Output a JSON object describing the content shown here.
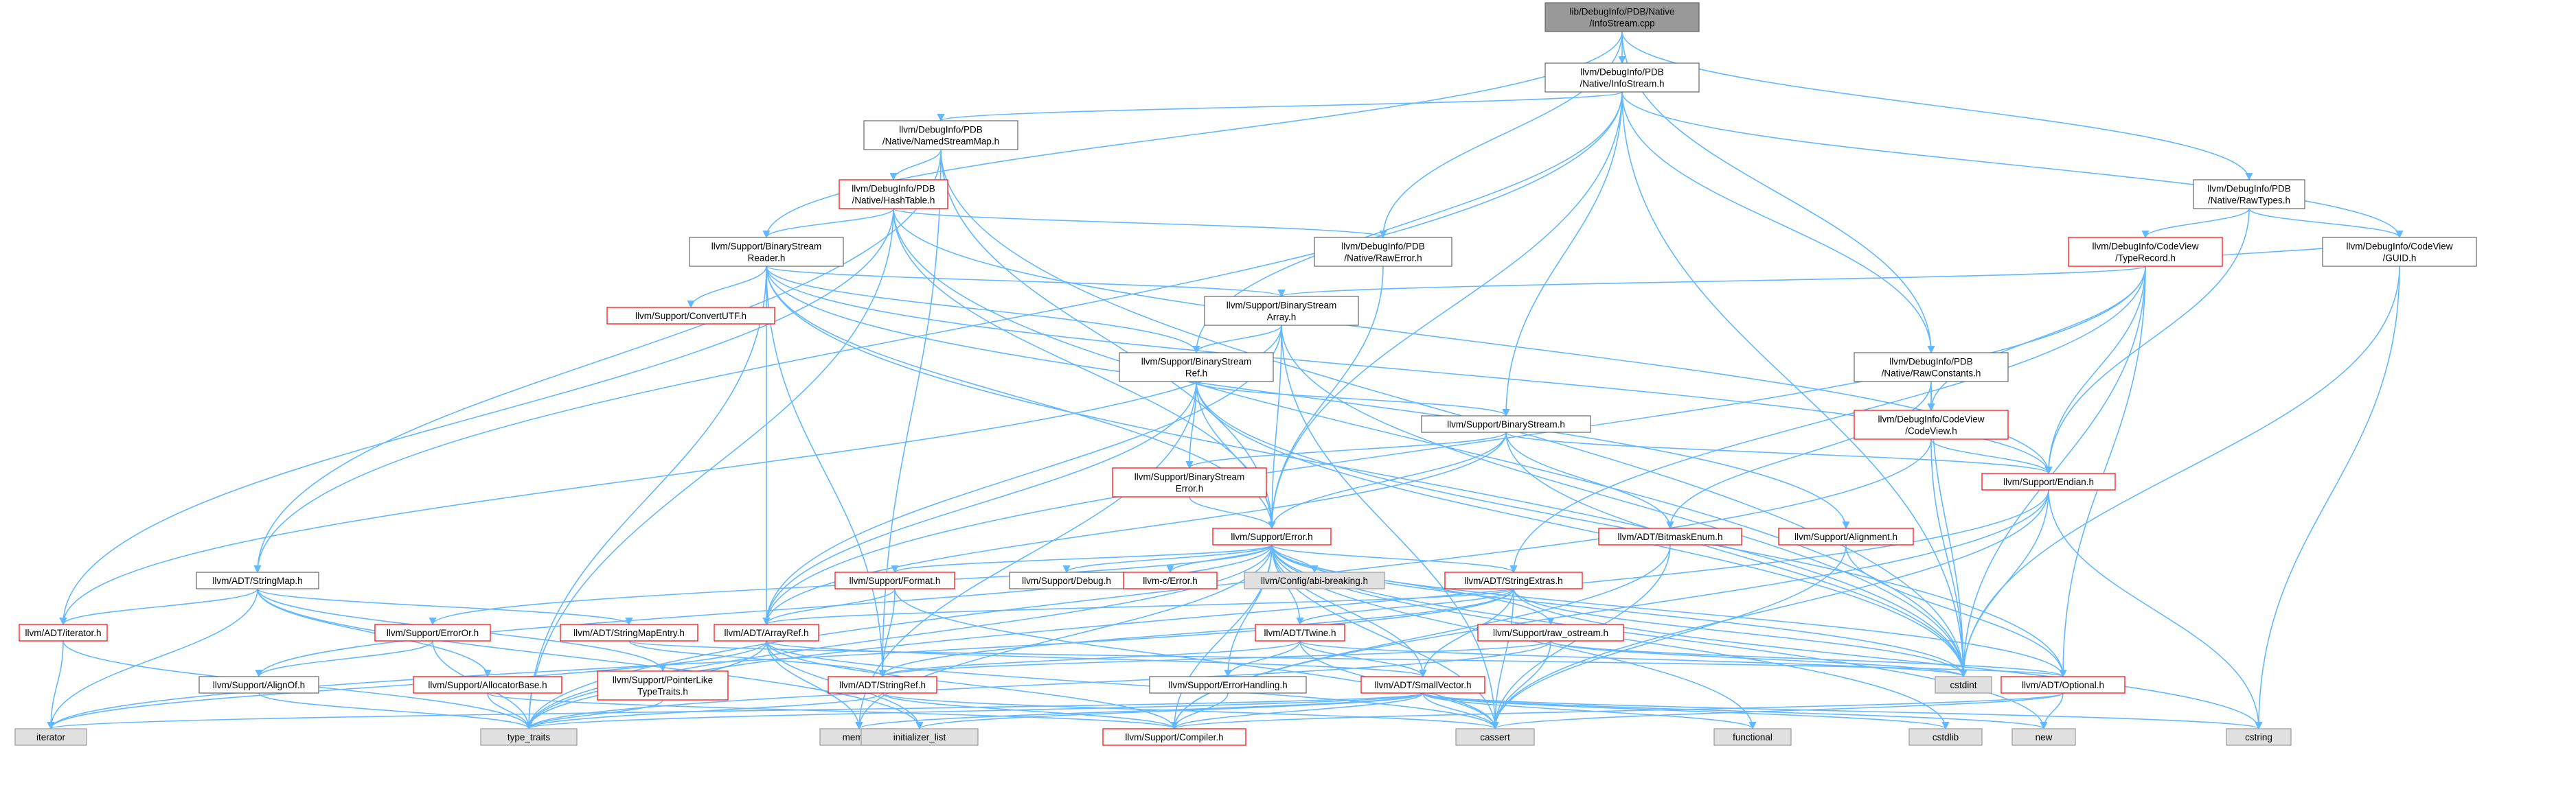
{
  "colors": {
    "edge": "#63b8ff",
    "root_fill": "#999999",
    "plain_border": "#666666",
    "expandable_border": "#ff0000",
    "system_fill": "#e0e0e0",
    "system_border": "#999999"
  },
  "nodes": [
    {
      "id": "root",
      "kind": "root",
      "lines": [
        "lib/DebugInfo/PDB/Native",
        "/InfoStream.cpp"
      ]
    },
    {
      "id": "infostream",
      "kind": "plain",
      "lines": [
        "llvm/DebugInfo/PDB",
        "/Native/InfoStream.h"
      ]
    },
    {
      "id": "rawtypes",
      "kind": "plain",
      "lines": [
        "llvm/DebugInfo/PDB",
        "/Native/RawTypes.h"
      ]
    },
    {
      "id": "namedstreammap",
      "kind": "plain",
      "lines": [
        "llvm/DebugInfo/PDB",
        "/Native/NamedStreamMap.h"
      ]
    },
    {
      "id": "hashtable",
      "kind": "red",
      "lines": [
        "llvm/DebugInfo/PDB",
        "/Native/HashTable.h"
      ]
    },
    {
      "id": "typerecord",
      "kind": "red",
      "lines": [
        "llvm/DebugInfo/CodeView",
        "/TypeRecord.h"
      ]
    },
    {
      "id": "guid",
      "kind": "plain",
      "lines": [
        "llvm/DebugInfo/CodeView",
        "/GUID.h"
      ]
    },
    {
      "id": "bsreader",
      "kind": "plain",
      "lines": [
        "llvm/Support/BinaryStream",
        "Reader.h"
      ]
    },
    {
      "id": "rawerror",
      "kind": "plain",
      "lines": [
        "llvm/DebugInfo/PDB",
        "/Native/RawError.h"
      ]
    },
    {
      "id": "convertutf",
      "kind": "red",
      "lines": [
        "llvm/Support/ConvertUTF.h"
      ]
    },
    {
      "id": "bsarray",
      "kind": "plain",
      "lines": [
        "llvm/Support/BinaryStream",
        "Array.h"
      ]
    },
    {
      "id": "bsref",
      "kind": "plain",
      "lines": [
        "llvm/Support/BinaryStream",
        "Ref.h"
      ]
    },
    {
      "id": "rawconstants",
      "kind": "plain",
      "lines": [
        "llvm/DebugInfo/PDB",
        "/Native/RawConstants.h"
      ]
    },
    {
      "id": "codeview",
      "kind": "red",
      "lines": [
        "llvm/DebugInfo/CodeView",
        "/CodeView.h"
      ]
    },
    {
      "id": "binarystream",
      "kind": "plain",
      "lines": [
        "llvm/Support/BinaryStream.h"
      ]
    },
    {
      "id": "bserror",
      "kind": "red",
      "lines": [
        "llvm/Support/BinaryStream",
        "Error.h"
      ]
    },
    {
      "id": "endian",
      "kind": "red",
      "lines": [
        "llvm/Support/Endian.h"
      ]
    },
    {
      "id": "bitmaskenum",
      "kind": "red",
      "lines": [
        "llvm/ADT/BitmaskEnum.h"
      ]
    },
    {
      "id": "alignment",
      "kind": "red",
      "lines": [
        "llvm/Support/Alignment.h"
      ]
    },
    {
      "id": "error",
      "kind": "red",
      "lines": [
        "llvm/Support/Error.h"
      ]
    },
    {
      "id": "stringmap",
      "kind": "plain",
      "lines": [
        "llvm/ADT/StringMap.h"
      ]
    },
    {
      "id": "format",
      "kind": "red",
      "lines": [
        "llvm/Support/Format.h"
      ]
    },
    {
      "id": "debug",
      "kind": "plain",
      "lines": [
        "llvm/Support/Debug.h"
      ]
    },
    {
      "id": "cerror",
      "kind": "red",
      "lines": [
        "llvm-c/Error.h"
      ]
    },
    {
      "id": "abibreaking",
      "kind": "sys",
      "lines": [
        "llvm/Config/abi-breaking.h"
      ]
    },
    {
      "id": "stringextras",
      "kind": "red",
      "lines": [
        "llvm/ADT/StringExtras.h"
      ]
    },
    {
      "id": "iterator",
      "kind": "red",
      "lines": [
        "llvm/ADT/iterator.h"
      ]
    },
    {
      "id": "erroror",
      "kind": "red",
      "lines": [
        "llvm/Support/ErrorOr.h"
      ]
    },
    {
      "id": "stringmapentry",
      "kind": "red",
      "lines": [
        "llvm/ADT/StringMapEntry.h"
      ]
    },
    {
      "id": "arrayref",
      "kind": "red",
      "lines": [
        "llvm/ADT/ArrayRef.h"
      ]
    },
    {
      "id": "twine",
      "kind": "red",
      "lines": [
        "llvm/ADT/Twine.h"
      ]
    },
    {
      "id": "rawostream",
      "kind": "red",
      "lines": [
        "llvm/Support/raw_ostream.h"
      ]
    },
    {
      "id": "optional",
      "kind": "red",
      "lines": [
        "llvm/ADT/Optional.h"
      ]
    },
    {
      "id": "alignof",
      "kind": "plain",
      "lines": [
        "llvm/Support/AlignOf.h"
      ]
    },
    {
      "id": "allocatorbase",
      "kind": "red",
      "lines": [
        "llvm/Support/AllocatorBase.h"
      ]
    },
    {
      "id": "pointerlike",
      "kind": "red",
      "lines": [
        "llvm/Support/PointerLike",
        "TypeTraits.h"
      ]
    },
    {
      "id": "stringref",
      "kind": "red",
      "lines": [
        "llvm/ADT/StringRef.h"
      ]
    },
    {
      "id": "errorhandling",
      "kind": "plain",
      "lines": [
        "llvm/Support/ErrorHandling.h"
      ]
    },
    {
      "id": "smallvector",
      "kind": "red",
      "lines": [
        "llvm/ADT/SmallVector.h"
      ]
    },
    {
      "id": "cstdint",
      "kind": "sys",
      "lines": [
        "cstdint"
      ]
    },
    {
      "id": "iteratorstd",
      "kind": "sys",
      "lines": [
        "iterator"
      ]
    },
    {
      "id": "typetraits",
      "kind": "sys",
      "lines": [
        "type_traits"
      ]
    },
    {
      "id": "memory",
      "kind": "sys",
      "lines": [
        "memory"
      ]
    },
    {
      "id": "initlist",
      "kind": "sys",
      "lines": [
        "initializer_list"
      ]
    },
    {
      "id": "compiler",
      "kind": "red",
      "lines": [
        "llvm/Support/Compiler.h"
      ]
    },
    {
      "id": "cassert",
      "kind": "sys",
      "lines": [
        "cassert"
      ]
    },
    {
      "id": "functional",
      "kind": "sys",
      "lines": [
        "functional"
      ]
    },
    {
      "id": "cstdlib",
      "kind": "sys",
      "lines": [
        "cstdlib"
      ]
    },
    {
      "id": "new",
      "kind": "sys",
      "lines": [
        "new"
      ]
    },
    {
      "id": "cstring",
      "kind": "sys",
      "lines": [
        "cstring"
      ]
    }
  ],
  "edges": [
    [
      "root",
      "infostream"
    ],
    [
      "root",
      "rawtypes"
    ],
    [
      "root",
      "bsreader"
    ],
    [
      "root",
      "rawerror"
    ],
    [
      "root",
      "rawconstants"
    ],
    [
      "infostream",
      "namedstreammap"
    ],
    [
      "infostream",
      "guid"
    ],
    [
      "infostream",
      "bsref"
    ],
    [
      "infostream",
      "binarystream"
    ],
    [
      "infostream",
      "error"
    ],
    [
      "infostream",
      "rawconstants"
    ],
    [
      "infostream",
      "stringmap"
    ],
    [
      "infostream",
      "cstdint"
    ],
    [
      "rawtypes",
      "typerecord"
    ],
    [
      "rawtypes",
      "guid"
    ],
    [
      "rawtypes",
      "endian"
    ],
    [
      "namedstreammap",
      "hashtable"
    ],
    [
      "namedstreammap",
      "stringmap"
    ],
    [
      "namedstreammap",
      "error"
    ],
    [
      "namedstreammap",
      "stringref"
    ],
    [
      "namedstreammap",
      "cstdint"
    ],
    [
      "hashtable",
      "bsreader"
    ],
    [
      "hashtable",
      "rawerror"
    ],
    [
      "hashtable",
      "iterator"
    ],
    [
      "hashtable",
      "error"
    ],
    [
      "hashtable",
      "endian"
    ],
    [
      "hashtable",
      "typetraits"
    ],
    [
      "hashtable",
      "cstdint"
    ],
    [
      "typerecord",
      "guid"
    ],
    [
      "typerecord",
      "codeview"
    ],
    [
      "typerecord",
      "bsarray"
    ],
    [
      "typerecord",
      "endian"
    ],
    [
      "typerecord",
      "stringextras"
    ],
    [
      "typerecord",
      "arrayref"
    ],
    [
      "typerecord",
      "optional"
    ],
    [
      "typerecord",
      "cstdint"
    ],
    [
      "guid",
      "cstdint"
    ],
    [
      "guid",
      "cstring"
    ],
    [
      "bsreader",
      "convertutf"
    ],
    [
      "bsreader",
      "bsarray"
    ],
    [
      "bsreader",
      "bsref"
    ],
    [
      "bsreader",
      "endian"
    ],
    [
      "bsreader",
      "error"
    ],
    [
      "bsreader",
      "alignment"
    ],
    [
      "bsreader",
      "arrayref"
    ],
    [
      "bsreader",
      "stringref"
    ],
    [
      "bsreader",
      "typetraits"
    ],
    [
      "bsreader",
      "cstdint"
    ],
    [
      "rawerror",
      "error"
    ],
    [
      "bsarray",
      "bsref"
    ],
    [
      "bsarray",
      "arrayref"
    ],
    [
      "bsarray",
      "error"
    ],
    [
      "bsarray",
      "iterator"
    ],
    [
      "bsarray",
      "cassert"
    ],
    [
      "bsarray",
      "cstdint"
    ],
    [
      "bsref",
      "binarystream"
    ],
    [
      "bsref",
      "bserror"
    ],
    [
      "bsref",
      "arrayref"
    ],
    [
      "bsref",
      "optional"
    ],
    [
      "bsref",
      "error"
    ],
    [
      "bsref",
      "memory"
    ],
    [
      "bsref",
      "cstdint"
    ],
    [
      "rawconstants",
      "codeview"
    ],
    [
      "rawconstants",
      "bitmaskenum"
    ],
    [
      "rawconstants",
      "cstdint"
    ],
    [
      "codeview",
      "endian"
    ],
    [
      "codeview",
      "cstdint"
    ],
    [
      "codeview",
      "typetraits"
    ],
    [
      "binarystream",
      "bitmaskenum"
    ],
    [
      "binarystream",
      "bserror"
    ],
    [
      "binarystream",
      "arrayref"
    ],
    [
      "binarystream",
      "endian"
    ],
    [
      "binarystream",
      "error"
    ],
    [
      "binarystream",
      "cstdint"
    ],
    [
      "bserror",
      "error"
    ],
    [
      "endian",
      "compiler"
    ],
    [
      "endian",
      "cassert"
    ],
    [
      "endian",
      "cstdint"
    ],
    [
      "endian",
      "cstring"
    ],
    [
      "endian",
      "typetraits"
    ],
    [
      "bitmaskenum",
      "compiler"
    ],
    [
      "bitmaskenum",
      "cassert"
    ],
    [
      "alignment",
      "optional"
    ],
    [
      "alignment",
      "cassert"
    ],
    [
      "error",
      "cerror"
    ],
    [
      "error",
      "abibreaking"
    ],
    [
      "error",
      "stringextras"
    ],
    [
      "error",
      "twine"
    ],
    [
      "error",
      "alignof"
    ],
    [
      "error",
      "compiler"
    ],
    [
      "error",
      "debug"
    ],
    [
      "error",
      "erroror"
    ],
    [
      "error",
      "errorhandling"
    ],
    [
      "error",
      "format"
    ],
    [
      "error",
      "rawostream"
    ],
    [
      "error",
      "cassert"
    ],
    [
      "error",
      "cstdint"
    ],
    [
      "error",
      "cstdlib"
    ],
    [
      "error",
      "functional"
    ],
    [
      "error",
      "memory"
    ],
    [
      "error",
      "new"
    ],
    [
      "error",
      "optional"
    ],
    [
      "error",
      "typetraits"
    ],
    [
      "error",
      "smallvector"
    ],
    [
      "stringmap",
      "stringmapentry"
    ],
    [
      "stringmap",
      "iterator"
    ],
    [
      "stringmap",
      "allocatorbase"
    ],
    [
      "stringmap",
      "pointerlike"
    ],
    [
      "stringmap",
      "initlist"
    ],
    [
      "stringmap",
      "iteratorstd"
    ],
    [
      "format",
      "arrayref"
    ],
    [
      "format",
      "stringref"
    ],
    [
      "format",
      "cassert"
    ],
    [
      "stringextras",
      "arrayref"
    ],
    [
      "stringextras",
      "smallvector"
    ],
    [
      "stringextras",
      "stringref"
    ],
    [
      "stringextras",
      "twine"
    ],
    [
      "stringextras",
      "iteratorstd"
    ],
    [
      "stringextras",
      "cassert"
    ],
    [
      "stringextras",
      "cstring"
    ],
    [
      "stringextras",
      "cstdint"
    ],
    [
      "iterator",
      "iteratorstd"
    ],
    [
      "iterator",
      "typetraits"
    ],
    [
      "erroror",
      "alignof"
    ],
    [
      "erroror",
      "typetraits"
    ],
    [
      "stringmapentry",
      "stringref"
    ],
    [
      "stringmapentry",
      "optional"
    ],
    [
      "arrayref",
      "smallvector"
    ],
    [
      "arrayref",
      "compiler"
    ],
    [
      "arrayref",
      "cassert"
    ],
    [
      "arrayref",
      "memory"
    ],
    [
      "arrayref",
      "typetraits"
    ],
    [
      "arrayref",
      "initlist"
    ],
    [
      "arrayref",
      "iteratorstd"
    ],
    [
      "twine",
      "smallvector"
    ],
    [
      "twine",
      "stringref"
    ],
    [
      "twine",
      "errorhandling"
    ],
    [
      "twine",
      "cassert"
    ],
    [
      "twine",
      "cstdint"
    ],
    [
      "rawostream",
      "stringref"
    ],
    [
      "rawostream",
      "optional"
    ],
    [
      "rawostream",
      "cassert"
    ],
    [
      "rawostream",
      "cstdint"
    ],
    [
      "rawostream",
      "typetraits"
    ],
    [
      "optional",
      "compiler"
    ],
    [
      "optional",
      "cassert"
    ],
    [
      "optional",
      "new"
    ],
    [
      "alignof",
      "typetraits"
    ],
    [
      "allocatorbase",
      "compiler"
    ],
    [
      "allocatorbase",
      "typetraits"
    ],
    [
      "pointerlike",
      "typetraits"
    ],
    [
      "stringref",
      "compiler"
    ],
    [
      "stringref",
      "cassert"
    ],
    [
      "stringref",
      "typetraits"
    ],
    [
      "errorhandling",
      "compiler"
    ],
    [
      "smallvector",
      "compiler"
    ],
    [
      "smallvector",
      "cassert"
    ],
    [
      "smallvector",
      "cstdlib"
    ],
    [
      "smallvector",
      "cstring"
    ],
    [
      "smallvector",
      "memory"
    ],
    [
      "smallvector",
      "new"
    ],
    [
      "smallvector",
      "typetraits"
    ],
    [
      "smallvector",
      "functional"
    ],
    [
      "smallvector",
      "iteratorstd"
    ],
    [
      "smallvector",
      "initlist"
    ]
  ]
}
